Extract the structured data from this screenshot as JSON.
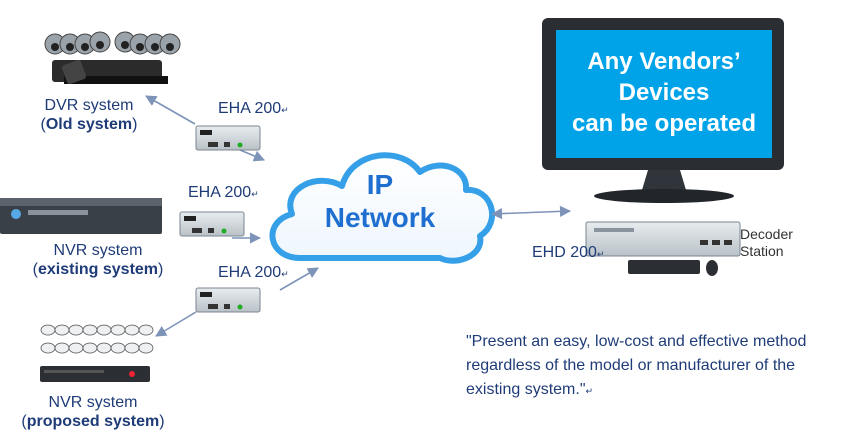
{
  "cloud": {
    "line1": "IP",
    "line2": "Network"
  },
  "monitor_text": {
    "line1": "Any Vendors’",
    "line2": "Devices",
    "line3": "can be operated"
  },
  "dvr": {
    "name": "DVR system",
    "sub": "Old system"
  },
  "nvr_existing": {
    "name": "NVR system",
    "sub": "existing system"
  },
  "nvr_proposed": {
    "name": "NVR system",
    "sub": "proposed system"
  },
  "encoders": [
    {
      "label": "EHA 200"
    },
    {
      "label": "EHA 200"
    },
    {
      "label": "EHA 200"
    }
  ],
  "decoder": {
    "label": "EHD 200",
    "station_line1": "Decoder",
    "station_line2": "Station"
  },
  "quote": {
    "line1": "\"Present an easy, low-cost and effective method",
    "line2": "regardless of the model or manufacturer of the",
    "line3": "existing system.\""
  },
  "colors": {
    "screen_blue": "#00a3e8",
    "text_blue": "#1f3c78",
    "cloud_blue": "#1e6fd0",
    "arrow": "#7d93b8"
  }
}
